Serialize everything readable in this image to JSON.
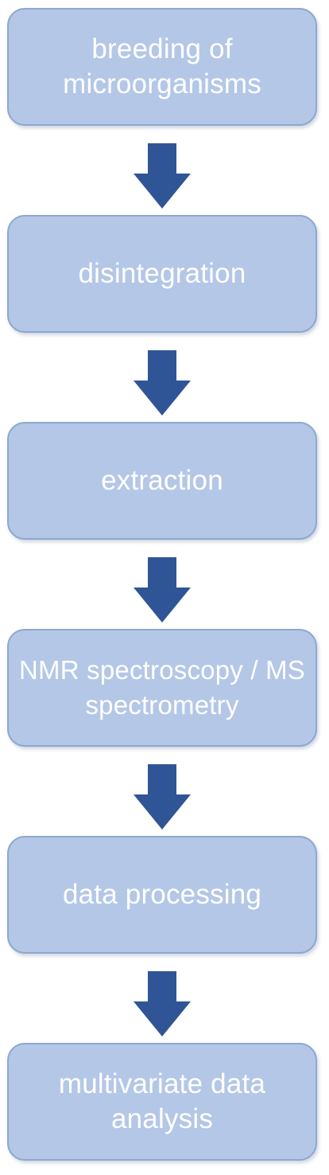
{
  "flowchart": {
    "steps": [
      {
        "label": "breeding of microorganisms"
      },
      {
        "label": "disintegration"
      },
      {
        "label": "extraction"
      },
      {
        "label": "NMR spectroscopy / MS spectrometry"
      },
      {
        "label": "data processing"
      },
      {
        "label": "multivariate data analysis"
      }
    ],
    "colors": {
      "box_fill": "#b4c7e7",
      "box_border": "#8ea7cf",
      "label_text": "#ffffff",
      "arrow": "#2f5597"
    },
    "arrow_icon": "down-arrow-icon"
  }
}
